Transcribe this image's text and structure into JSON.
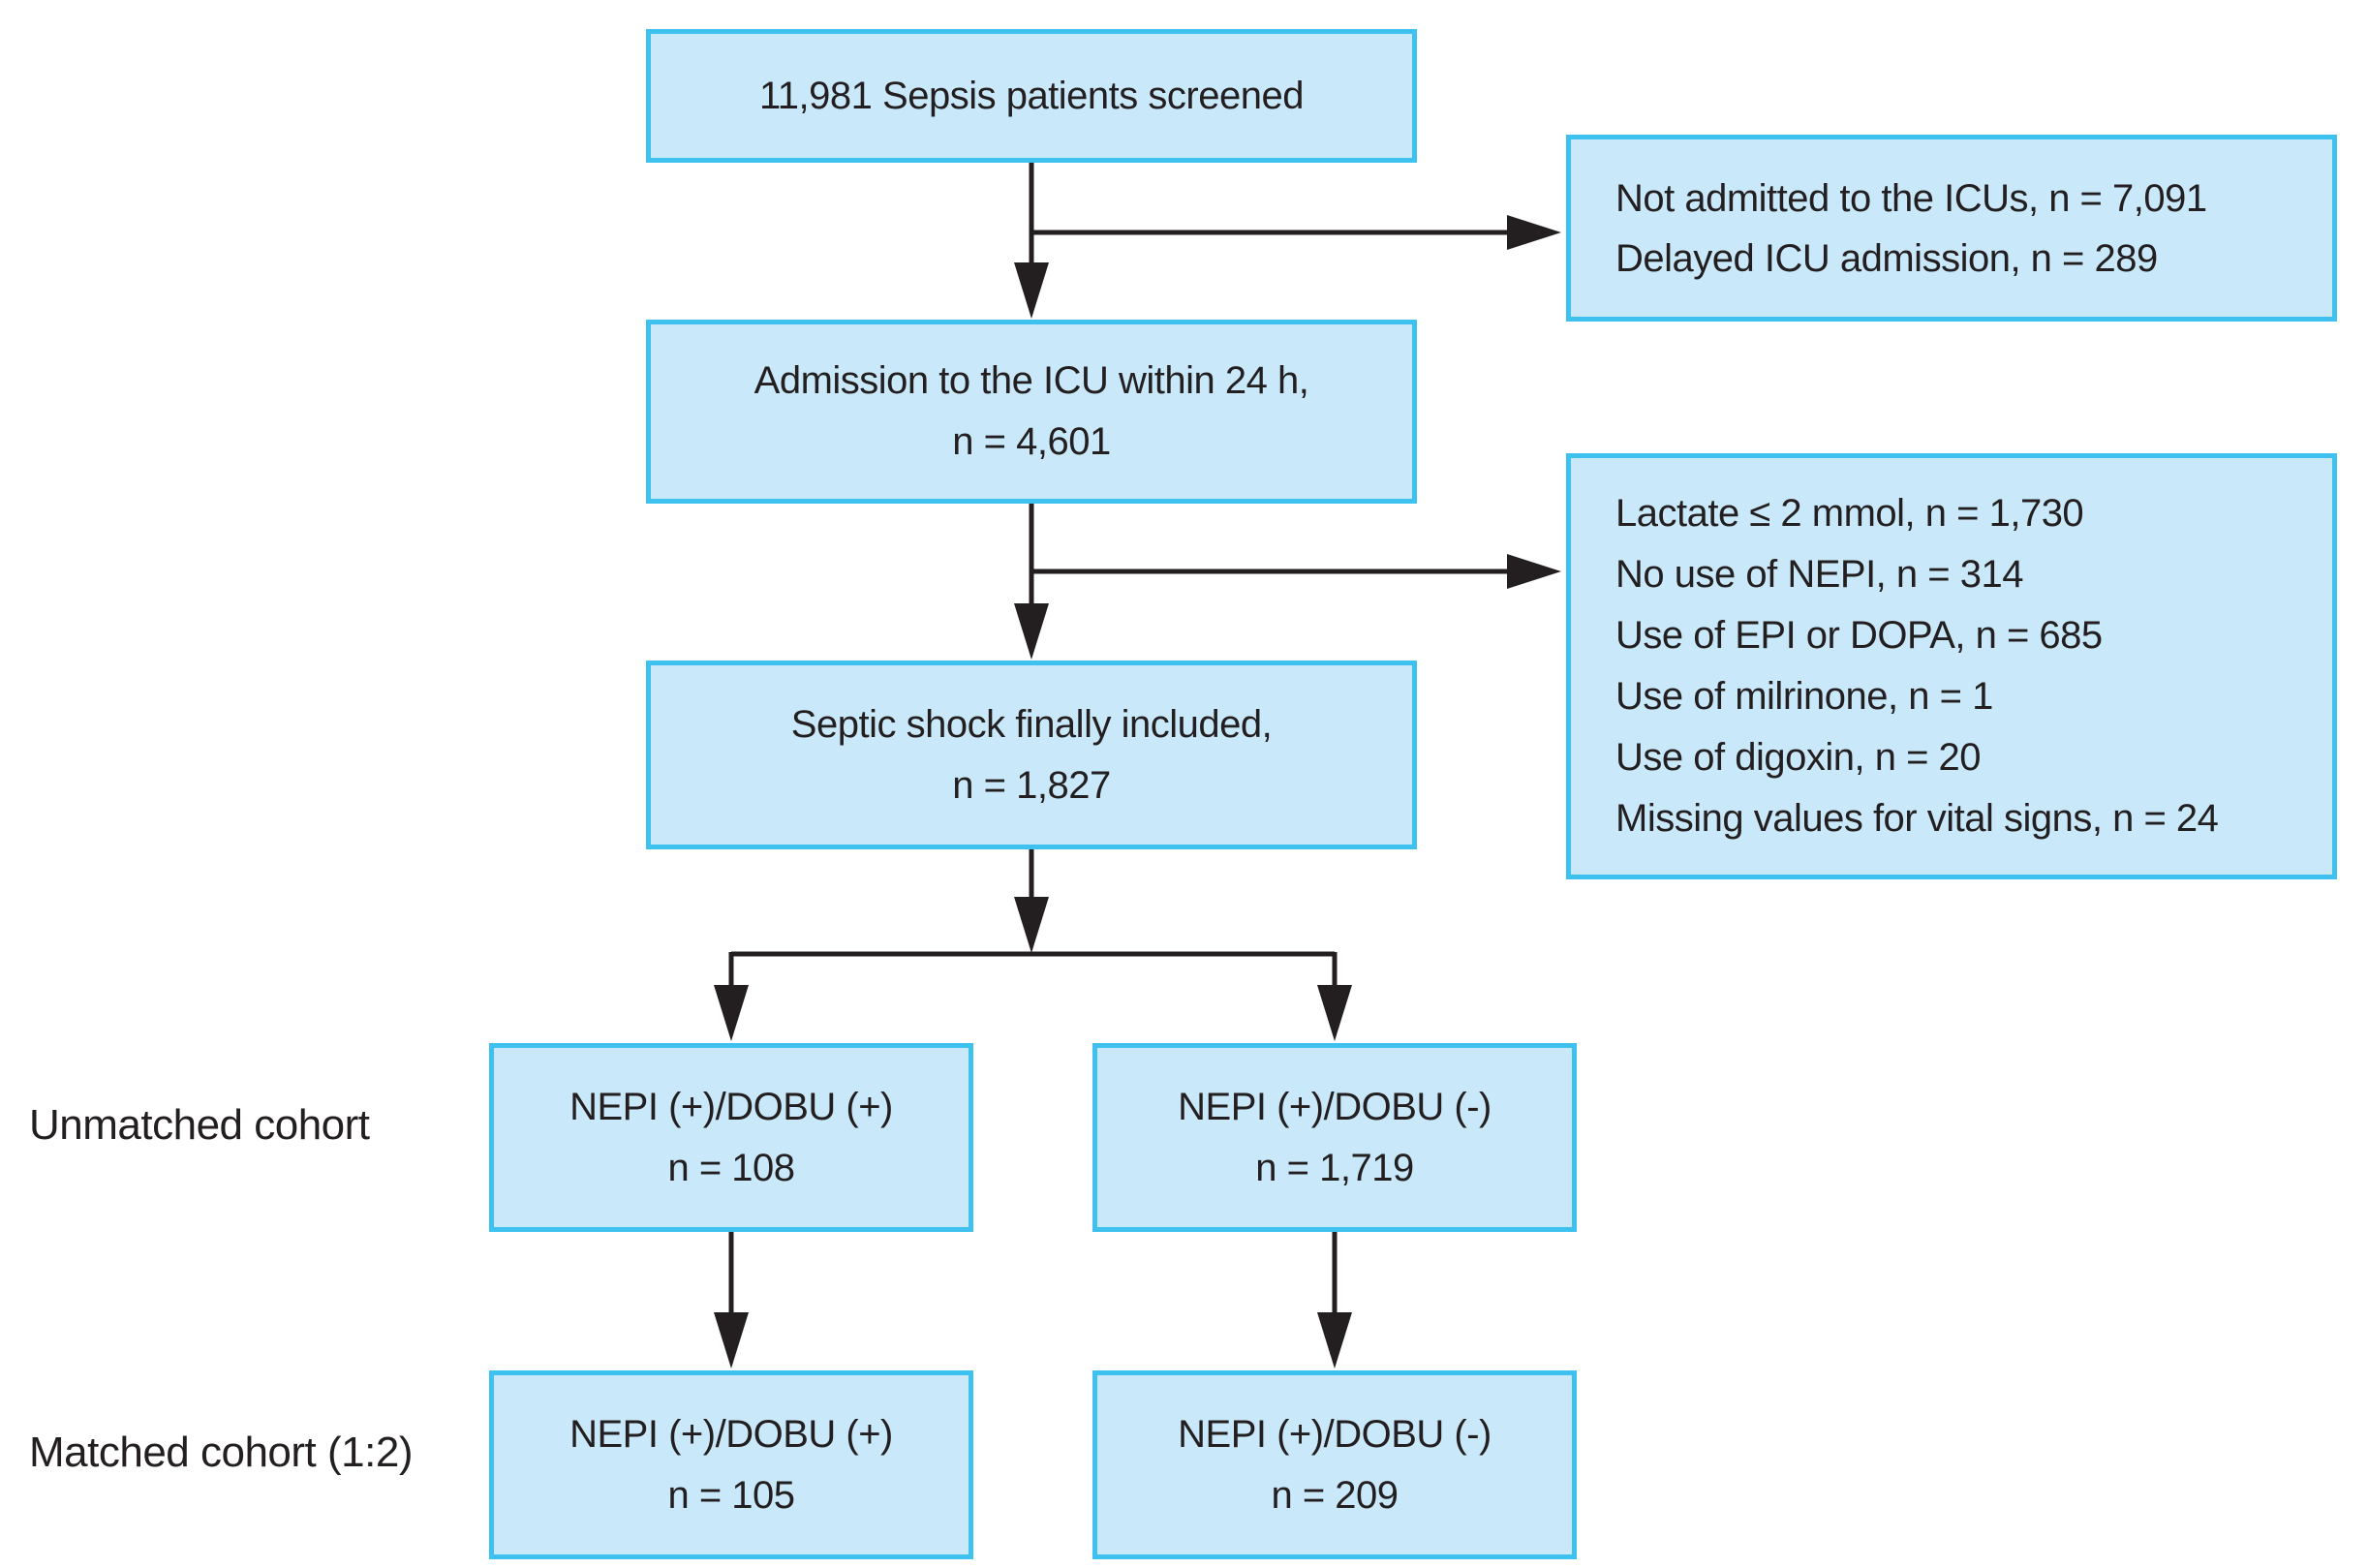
{
  "figure": {
    "background": "#ffffff",
    "box_fill": "#c9e9fa",
    "box_border": "#3fc1ef",
    "arrow_color": "#231f20",
    "text_color": "#231f20"
  },
  "boxes": {
    "screened": {
      "lines": [
        "11,981 Sepsis patients screened"
      ]
    },
    "not_admitted": {
      "lines": [
        "Not admitted to the ICUs, n = 7,091",
        "Delayed ICU admission, n = 289"
      ]
    },
    "admission": {
      "lines": [
        "Admission to the ICU within 24 h,",
        "n = 4,601"
      ]
    },
    "exclusions": {
      "lines": [
        "Lactate ≤ 2 mmol, n = 1,730",
        "No use of NEPI, n = 314",
        "Use of EPI or DOPA, n = 685",
        "Use of milrinone, n = 1",
        "Use of digoxin, n = 20",
        "Missing values for vital signs, n = 24"
      ]
    },
    "septic_shock": {
      "lines": [
        "Septic shock finally included,",
        "n = 1,827"
      ]
    },
    "unmatched_dobu_pos": {
      "lines": [
        "NEPI (+)/DOBU (+)",
        "n = 108"
      ]
    },
    "unmatched_dobu_neg": {
      "lines": [
        "NEPI (+)/DOBU (-)",
        "n = 1,719"
      ]
    },
    "matched_dobu_pos": {
      "lines": [
        "NEPI (+)/DOBU (+)",
        "n = 105"
      ]
    },
    "matched_dobu_neg": {
      "lines": [
        "NEPI (+)/DOBU (-)",
        "n = 209"
      ]
    }
  },
  "row_labels": {
    "unmatched": "Unmatched cohort",
    "matched": "Matched cohort (1:2)"
  }
}
